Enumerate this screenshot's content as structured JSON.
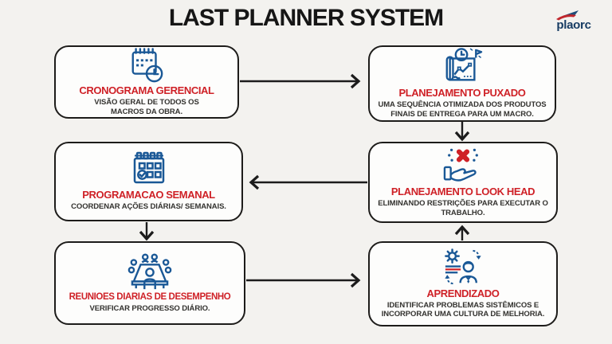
{
  "title": "LAST PLANNER SYSTEM",
  "logo": {
    "text": "plaorc"
  },
  "colors": {
    "background": "#f3f2ef",
    "box_border": "#1d1c1a",
    "accent_red": "#cf2127",
    "icon_blue": "#1a5896",
    "logo_navy": "#173c63",
    "arrow_black": "#1c1c1c"
  },
  "boxes": [
    {
      "id": "cronograma-gerencial",
      "title": "CRONOGRAMA GERENCIAL",
      "subtitle": "VISÃO GERAL DE TODOS OS MACROS DA OBRA.",
      "icon": "calendar-clock-icon"
    },
    {
      "id": "planejamento-puxado",
      "title": "PLANEJAMENTO PUXADO",
      "subtitle": "UMA SEQUÊNCIA OTIMIZADA DOS PRODUTOS FINAIS DE ENTREGA PARA UM MACRO.",
      "icon": "plan-map-clock-flag-icon"
    },
    {
      "id": "programacao-semanal",
      "title": "PROGRAMACAO SEMANAL",
      "subtitle": "COORDENAR AÇÕES DIÁRIAS/ SEMANAIS.",
      "icon": "calendar-checklist-icon"
    },
    {
      "id": "planejamento-look-head",
      "title": "PLANEJAMENTO LOOK HEAD",
      "subtitle": "ELIMINANDO RESTRIÇÕES PARA EXECUTAR O TRABALHO.",
      "icon": "hand-removing-restriction-icon"
    },
    {
      "id": "reunioes-diarias-de-desempenho",
      "title": "REUNIOES  DIARIAS DE DESEMPENHO",
      "subtitle": "VERIFICAR PROGRESSO DIÁRIO.",
      "icon": "meeting-table-icon"
    },
    {
      "id": "aprendizado",
      "title": "APRENDIZADO",
      "subtitle": "IDENTIFICAR PROBLEMAS SISTÊMICOS E INCORPORAR UMA CULTURA DE MELHORIA.",
      "icon": "learning-person-gear-icon"
    }
  ],
  "connections": [
    {
      "from": "cronograma-gerencial",
      "to": "planejamento-puxado",
      "direction": "right"
    },
    {
      "from": "planejamento-puxado",
      "to": "planejamento-look-head",
      "direction": "down"
    },
    {
      "from": "planejamento-look-head",
      "to": "programacao-semanal",
      "direction": "left"
    },
    {
      "from": "programacao-semanal",
      "to": "reunioes-diarias-de-desempenho",
      "direction": "down"
    },
    {
      "from": "reunioes-diarias-de-desempenho",
      "to": "aprendizado",
      "direction": "right"
    },
    {
      "from": "aprendizado",
      "to": "planejamento-look-head",
      "direction": "up"
    }
  ]
}
